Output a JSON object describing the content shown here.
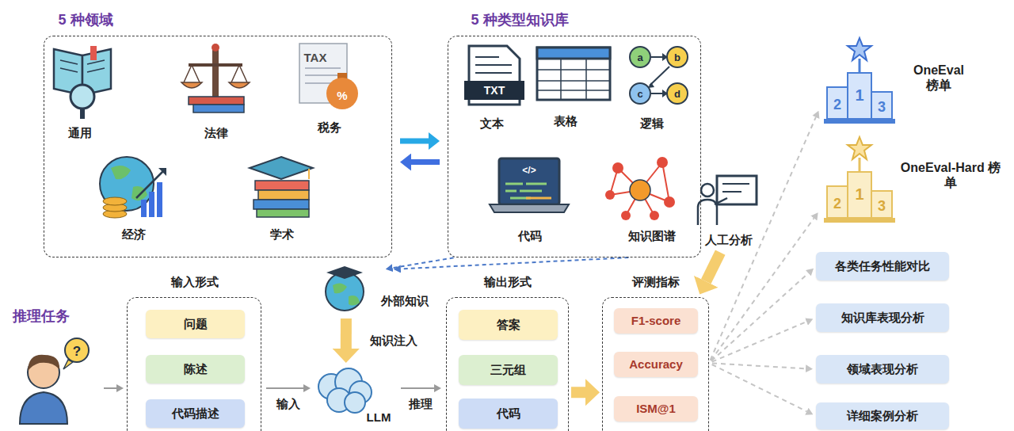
{
  "diagram": {
    "nodes": [
      {
        "text": [
          "5 种领域",
          "通用",
          "法律",
          "税务",
          "经济",
          "学术"
        ]
      },
      {
        "text": [
          "5 种类型知识库",
          "文本",
          "表格",
          "逻辑",
          "代码",
          "知识图谱"
        ]
      },
      {
        "text": [
          "OneEval 榜单"
        ]
      },
      {
        "text": [
          "OneEval-Hard 榜单"
        ]
      },
      {
        "text": [
          "人工分析"
        ]
      },
      {
        "text": [
          "各类任务性能对比"
        ]
      },
      {
        "text": [
          "知识库表现分析"
        ]
      },
      {
        "text": [
          "领域表现分析"
        ]
      },
      {
        "text": [
          "详细案例分析"
        ]
      },
      {
        "text": [
          "推理任务"
        ]
      },
      {
        "text": [
          "外部知识"
        ]
      },
      {
        "text": [
          "输入形式"
        ]
      },
      {
        "text": [
          "问题"
        ],
        "in": 11
      },
      {
        "text": [
          "陈述"
        ],
        "in": 11
      },
      {
        "text": [
          "代码描述"
        ],
        "in": 11
      },
      {
        "text": [
          "LLM"
        ]
      },
      {
        "text": [
          "输出形式"
        ]
      },
      {
        "text": [
          "答案"
        ],
        "in": 16
      },
      {
        "text": [
          "三元组"
        ],
        "in": 16
      },
      {
        "text": [
          "代码"
        ],
        "in": 16
      },
      {
        "text": [
          "评测指标"
        ]
      },
      {
        "text": [
          "F1-score"
        ],
        "in": 20
      },
      {
        "text": [
          "Accuracy"
        ],
        "in": 20
      },
      {
        "text": [
          "ISM@1"
        ],
        "in": 20
      }
    ],
    "edges": [
      {
        "from": 0,
        "to": 1,
        "arrow": "to"
      },
      {
        "from": 1,
        "to": 0,
        "arrow": "to"
      },
      {
        "from": 1,
        "to": 10,
        "arrow": "to"
      },
      {
        "from": 1,
        "to": 10,
        "arrow": "to"
      },
      {
        "from": 10,
        "to": 15,
        "label": "知识注入",
        "arrow": "to"
      },
      {
        "from": 9,
        "to": 11,
        "arrow": "to"
      },
      {
        "from": 11,
        "to": 15,
        "label": "输入",
        "arrow": "to"
      },
      {
        "from": 15,
        "to": 16,
        "label": "推理",
        "arrow": "to"
      },
      {
        "from": 16,
        "to": 20,
        "arrow": "to"
      },
      {
        "from": 4,
        "to": 20,
        "arrow": "to"
      },
      {
        "from": 20,
        "to": 2,
        "arrow": "to"
      },
      {
        "from": 20,
        "to": 3,
        "arrow": "to"
      },
      {
        "from": 20,
        "to": 5,
        "arrow": "to"
      },
      {
        "from": 20,
        "to": 6,
        "arrow": "to"
      },
      {
        "from": 20,
        "to": 7,
        "arrow": "to"
      },
      {
        "from": 20,
        "to": 8,
        "arrow": "to"
      }
    ],
    "labels": [
      "TAX",
      "%",
      "TXT",
      "a",
      "b",
      "c",
      "d",
      "</>",
      "2",
      "1",
      "3",
      "2",
      "1",
      "3",
      "?"
    ]
  }
}
